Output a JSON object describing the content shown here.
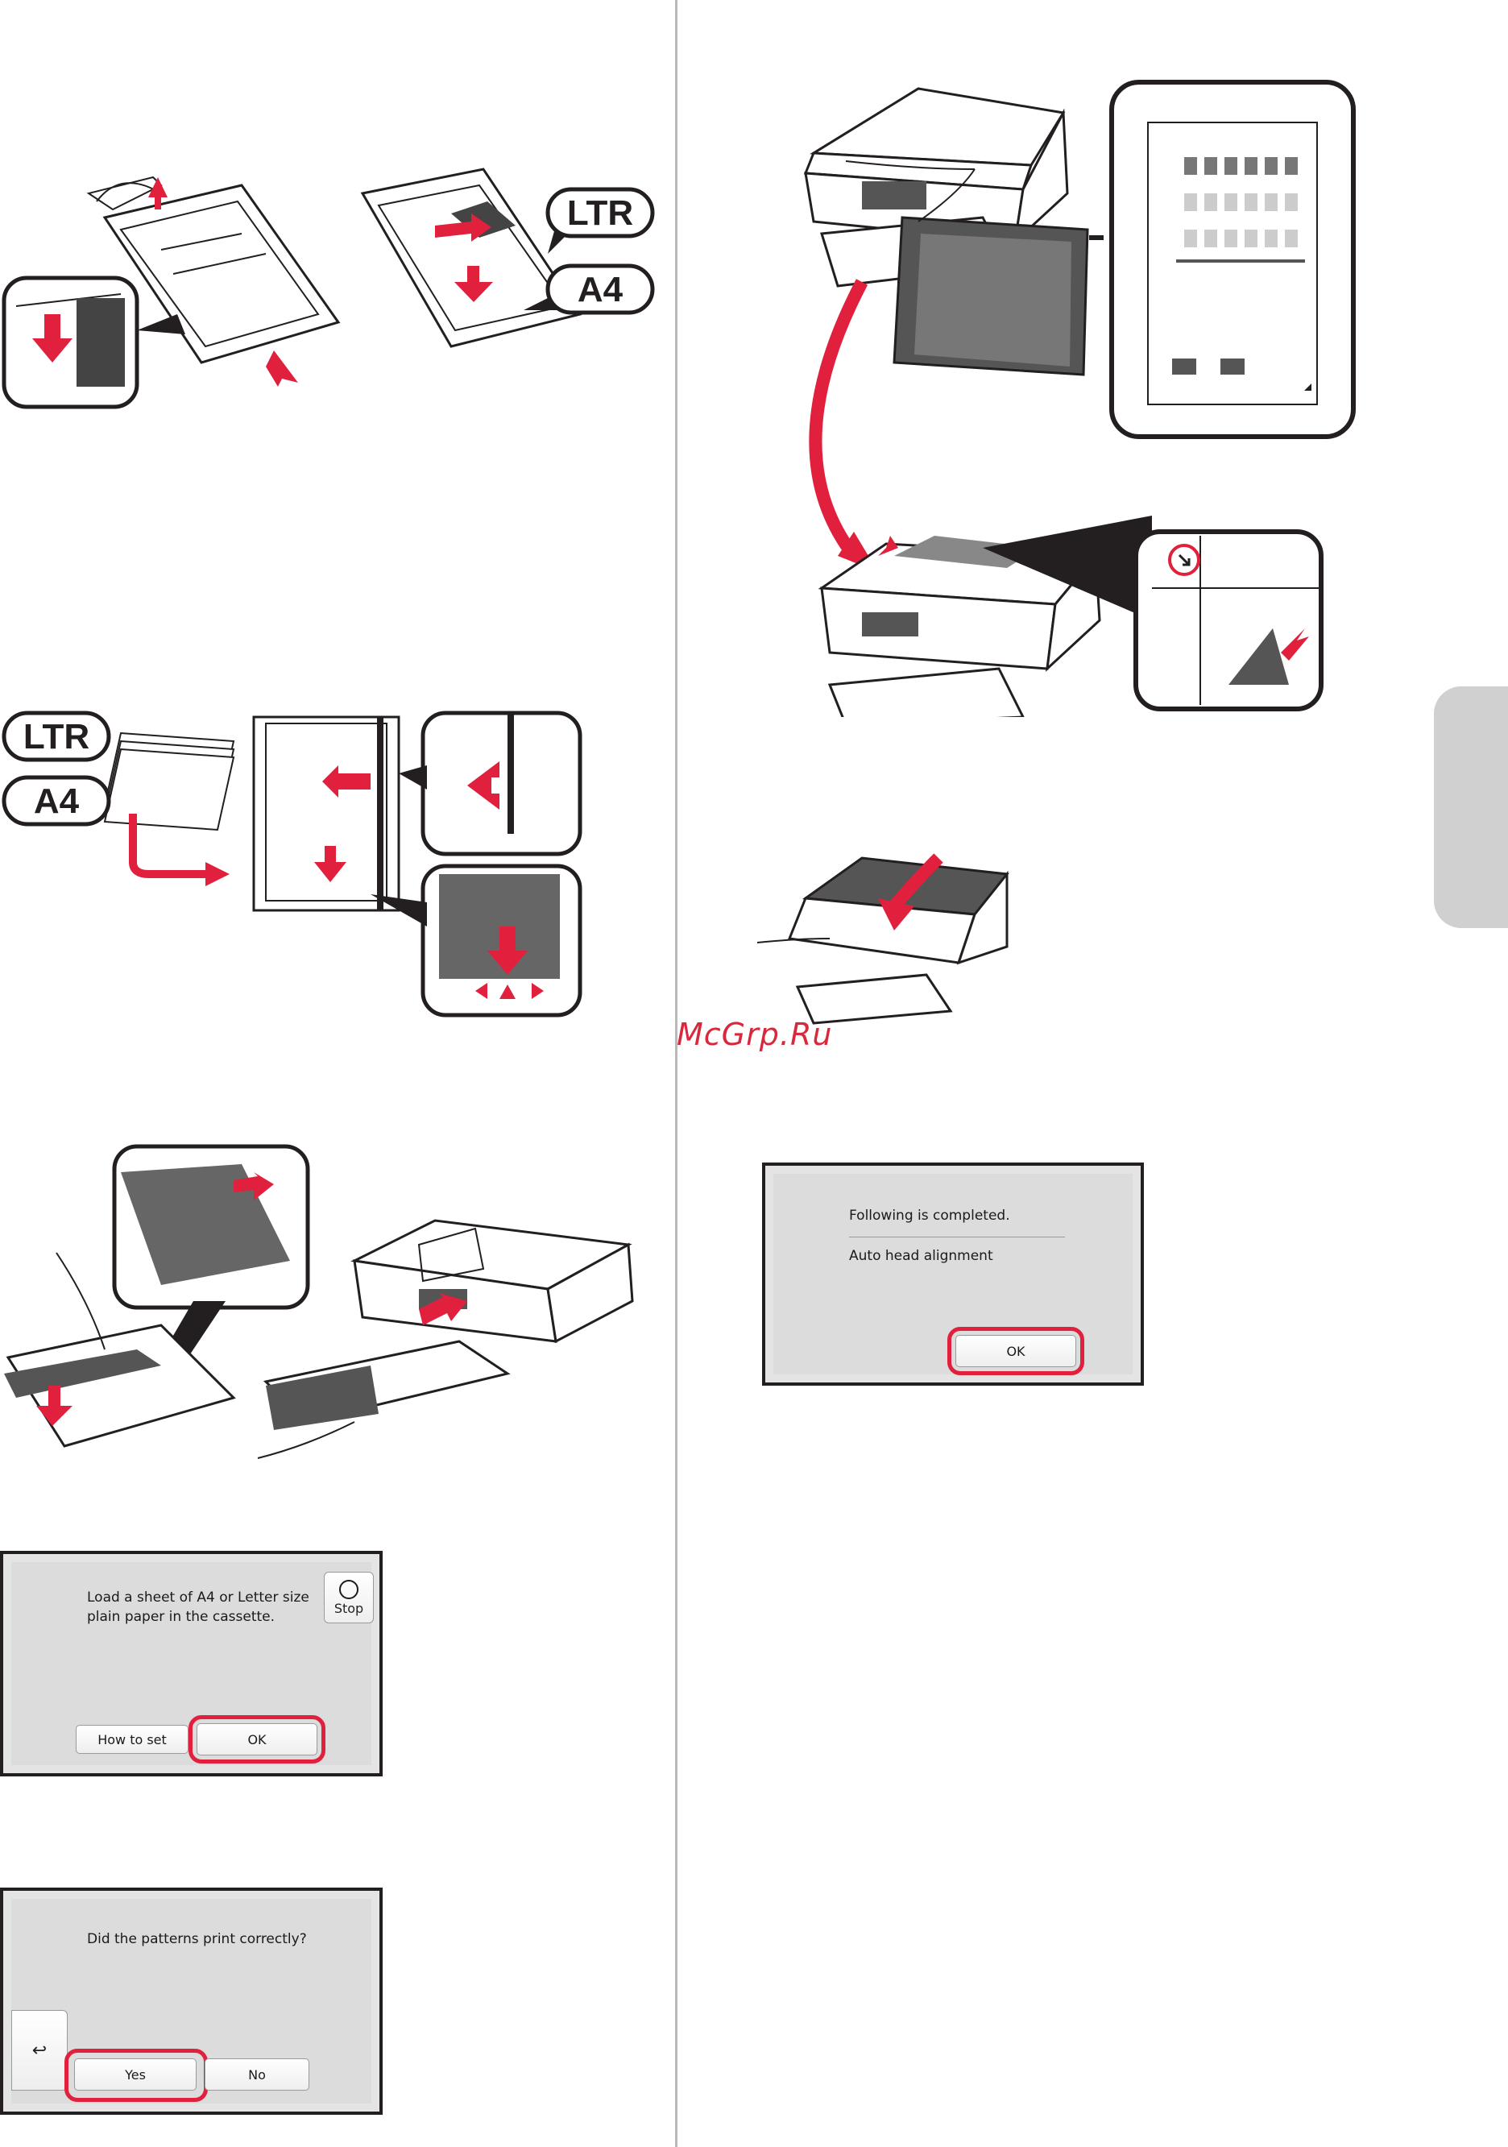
{
  "labels": {
    "ltr": "LTR",
    "a4": "A4"
  },
  "watermark": "McGrp.Ru",
  "screen_load_paper": {
    "message": "Load a sheet of A4 or Letter size\nplain paper in the cassette.",
    "stop_label": "Stop",
    "how_to_set_label": "How to set",
    "ok_label": "OK"
  },
  "screen_patterns": {
    "message": "Did the patterns print correctly?",
    "yes_label": "Yes",
    "no_label": "No"
  },
  "screen_completed": {
    "message": "Following is completed.",
    "item": "Auto head alignment",
    "ok_label": "OK"
  },
  "colors": {
    "accent_red": "#e0203c",
    "outline": "#231f20",
    "screen_bg": "#dcdcdc"
  }
}
